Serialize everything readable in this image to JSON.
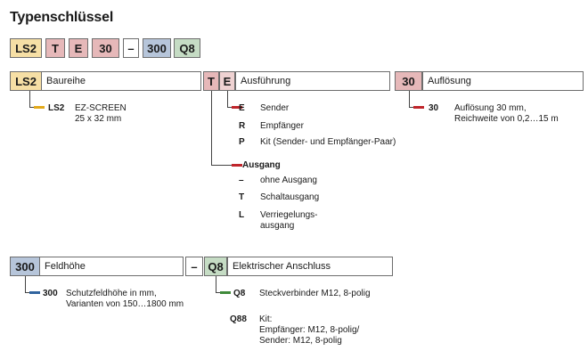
{
  "title": "Typenschlüssel",
  "code_row": {
    "series": "LS2",
    "version_t": "T",
    "version_e": "E",
    "resolution": "30",
    "dash": "–",
    "height": "300",
    "connector": "Q8"
  },
  "series": {
    "code": "LS2",
    "label": "Baureihe",
    "options": [
      {
        "code": "LS2",
        "text1": "EZ-SCREEN",
        "text2": "25 x 32 mm"
      }
    ]
  },
  "version": {
    "code_t": "T",
    "code_e": "E",
    "label": "Ausführung",
    "options": [
      {
        "code": "E",
        "text": "Sender"
      },
      {
        "code": "R",
        "text": "Empfänger"
      },
      {
        "code": "P",
        "text": "Kit (Sender- und Empfänger-Paar)"
      }
    ]
  },
  "output": {
    "label": "Ausgang",
    "options": [
      {
        "code": "–",
        "text": "ohne Ausgang"
      },
      {
        "code": "T",
        "text": "Schaltausgang"
      },
      {
        "code": "L",
        "text1": "Verriegelungs-",
        "text2": "ausgang"
      }
    ]
  },
  "resolution": {
    "code": "30",
    "label": "Auflösung",
    "options": [
      {
        "code": "30",
        "text1": "Auflösung 30 mm,",
        "text2": "Reichweite von 0,2…15 m"
      }
    ]
  },
  "height": {
    "code": "300",
    "label": "Feldhöhe",
    "options": [
      {
        "code": "300",
        "text1": "Schutzfeldhöhe in mm,",
        "text2": "Varianten von 150…1800 mm"
      }
    ]
  },
  "connector": {
    "dash": "–",
    "code": "Q8",
    "label": "Elektrischer Anschluss",
    "options": [
      {
        "code": "Q8",
        "text": "Steckverbinder M12, 8-polig"
      },
      {
        "code": "Q88",
        "text1": "Kit:",
        "text2": "Empfänger: M12, 8-polig/",
        "text3": "Sender: M12, 8-polig"
      }
    ]
  },
  "colors": {
    "series": "#f6dfa5",
    "version": "#e6b8b9",
    "resolution": "#e6b8b9",
    "height": "#b6c5da",
    "connector": "#c5dcc4",
    "mark_series": "#e3a91a",
    "mark_version": "#c0252b",
    "mark_height": "#30639e",
    "mark_connector": "#3f8a3a"
  }
}
